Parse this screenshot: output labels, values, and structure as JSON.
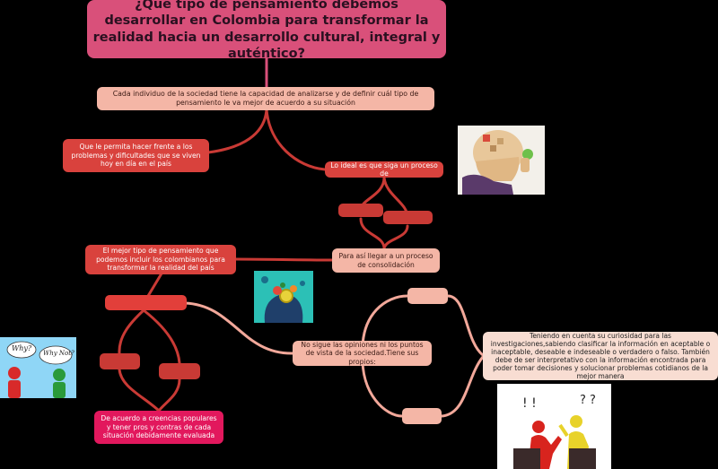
{
  "diagram": {
    "title": "¿Qué tipo de pensamiento debemos desarrollar en Colombia para transformar la realidad hacia un desarrollo cultural, integral y auténtico?",
    "nodes": {
      "individuo": "Cada individuo de la sociedad tiene la capacidad de analizarse y de definir cuál tipo de pensamiento le va mejor de acuerdo a su situación",
      "frente": "Que le permita hacer frente a los problemas y dificultades que se viven hoy en día en el país",
      "ideal": "Lo ideal es que siga un proceso de",
      "consolidacion": "Para así llegar a un proceso de consolidación",
      "mejor_tipo": "El mejor tipo de pensamiento que podemos incluir los colombianos para transformar la realidad del país",
      "opiniones": "No sigue las opiniones ni los puntos de vista de la sociedad.Tiene sus propios:",
      "creencias": "De acuerdo a creencias populares y tener pros y contras de cada situación debidamente evaluada",
      "curiosidad": "Teniendo en cuenta su curiosidad para las investigaciones,sabiendo clasificar la información en aceptable o inaceptable, deseable e indeseable o verdadero o falso. También debe de ser interpretativo con la información encontrada para poder tomar decisiones y solucionar problemas cotidianos de la mejor manera"
    },
    "images": {
      "why_text": "Why?",
      "why_not_text": "Why Not?"
    },
    "colors": {
      "background": "#000000",
      "title": "#d9507a",
      "pink_node": "#f4b6a6",
      "red_node": "#d9423d",
      "magenta_node": "#e2185d",
      "link_pink": "#f2a89a",
      "link_red": "#c93a35"
    }
  }
}
